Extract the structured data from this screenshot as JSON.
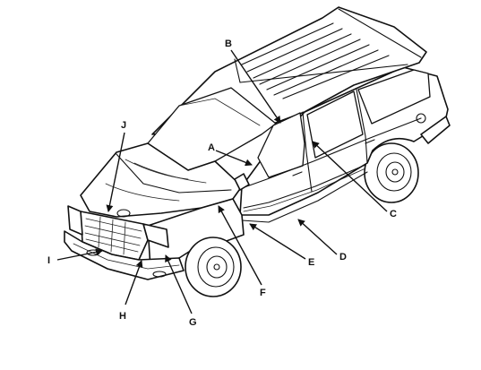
{
  "callouts": {
    "A": "A",
    "B": "B",
    "C": "C",
    "D": "D",
    "E": "E",
    "F": "F",
    "G": "G",
    "H": "H",
    "I": "I",
    "J": "J"
  },
  "colors": {
    "line": "#111111",
    "background": "#ffffff"
  }
}
